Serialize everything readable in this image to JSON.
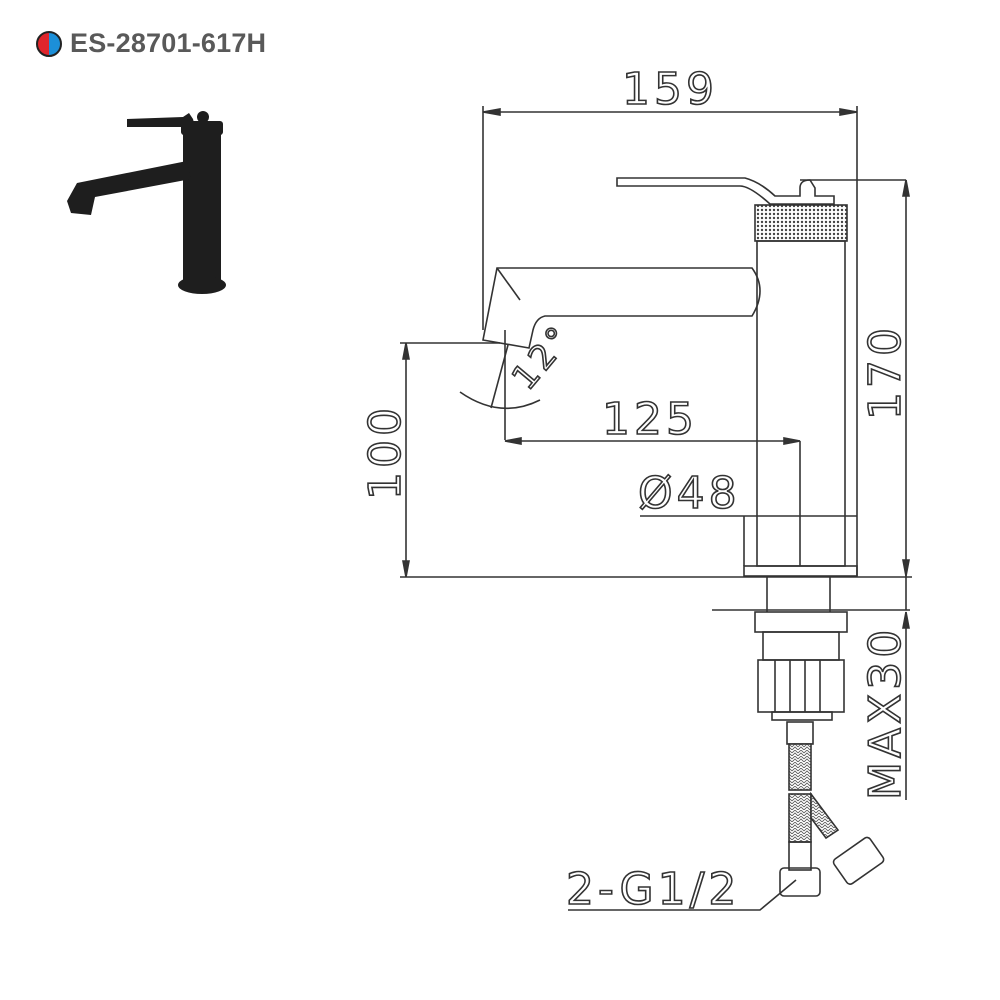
{
  "header": {
    "icon": "hot-cold-indicator-icon",
    "model_code": "ES-28701-617H",
    "colors": {
      "hot": "#e0262c",
      "cold": "#1c8fd8",
      "text": "#595959"
    }
  },
  "product_photo": {
    "description": "Matte black single-lever basin mixer tap",
    "color": "#1e1e1e"
  },
  "drawing": {
    "dimensions": {
      "overall_width": "159",
      "overall_height": "170",
      "spout_height": "100",
      "spout_reach": "125",
      "body_diameter": "Ø48",
      "spout_angle": "12°",
      "max_deck_thickness": "MAX30",
      "connection": "2-G1/2"
    },
    "line_color": "#333333"
  }
}
